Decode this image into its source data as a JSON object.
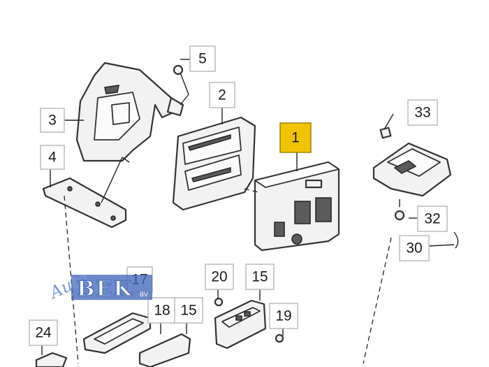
{
  "diagram": {
    "labels": {
      "l1": "1",
      "l2": "2",
      "l3": "3",
      "l4": "4",
      "l5": "5",
      "l15a": "15",
      "l15b": "15",
      "l17": "17",
      "l18": "18",
      "l19": "19",
      "l20": "20",
      "l24": "24",
      "l30": "30",
      "l32": "32",
      "l33": "33"
    },
    "highlight_color": "#f2c300"
  },
  "watermark": {
    "script": "Auto",
    "big": "BEK",
    "small": "BV"
  }
}
